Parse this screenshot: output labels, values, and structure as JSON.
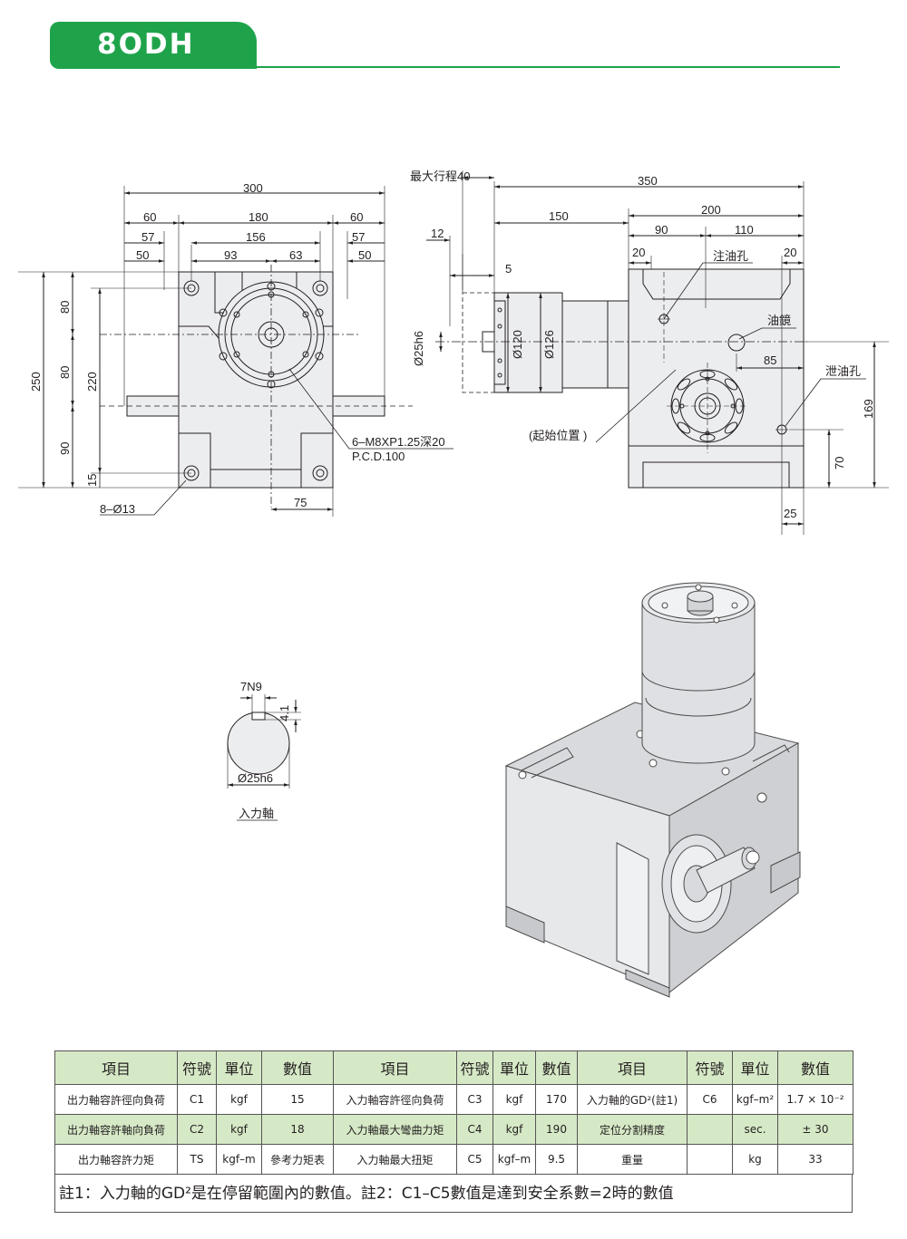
{
  "header": {
    "model": "8ODH",
    "accent": "#1fa34a"
  },
  "front_view": {
    "dims_top": [
      "300",
      "60",
      "180",
      "60",
      "57",
      "156",
      "57",
      "50",
      "93",
      "63",
      "50"
    ],
    "dims_left": [
      "250",
      "80",
      "80",
      "90",
      "220",
      "15"
    ],
    "dim_bottom": "75",
    "note_tap": "6–M8XP1.25深20",
    "note_pcd": "P.C.D.100",
    "note_holes": "8–Ø13"
  },
  "side_view": {
    "stroke_label": "最大行程40",
    "dims": [
      "350",
      "150",
      "200",
      "90",
      "110",
      "12",
      "5",
      "20",
      "20",
      "85",
      "169",
      "70",
      "25"
    ],
    "diameters": [
      "Ø25h6",
      "Ø120",
      "Ø126"
    ],
    "labels": {
      "fill_hole": "注油孔",
      "sight_glass": "油鏡",
      "drain_hole": "泄油孔",
      "start_position": "(起始位置 )"
    }
  },
  "shaft_detail": {
    "key": "7N9",
    "depth": "4.1",
    "diameter": "Ø25h6",
    "caption": "入力軸"
  },
  "spec_table": {
    "headers": [
      "項目",
      "符號",
      "單位",
      "數值",
      "項目",
      "符號",
      "單位",
      "數值",
      "項目",
      "符號",
      "單位",
      "數值"
    ],
    "rows": [
      [
        "出力軸容許徑向負荷",
        "C1",
        "kgf",
        "15",
        "入力軸容許徑向負荷",
        "C3",
        "kgf",
        "170",
        "入力軸的GD²(註1)",
        "C6",
        "kgf–m²",
        "1.7 × 10⁻²"
      ],
      [
        "出力軸容許軸向負荷",
        "C2",
        "kgf",
        "18",
        "入力軸最大彎曲力矩",
        "C4",
        "kgf",
        "190",
        "定位分割精度",
        "",
        "sec.",
        "± 30"
      ],
      [
        "出力軸容許力矩",
        "TS",
        "kgf–m",
        "參考力矩表",
        "入力軸最大扭矩",
        "C5",
        "kgf–m",
        "9.5",
        "重量",
        "",
        "kg",
        "33"
      ]
    ],
    "note": "註1：入力軸的GD²是在停留範圍內的數值。註2：C1–C5數值是達到安全系數=2時的數值",
    "header_color": "#d6e9c6"
  }
}
